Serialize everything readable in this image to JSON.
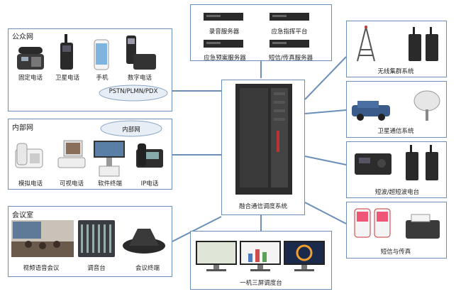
{
  "center": {
    "label": "融合通信调度系统"
  },
  "public_net": {
    "title": "公众网",
    "devices": [
      "固定电话",
      "卫星电话",
      "手机",
      "数字电话"
    ],
    "cloud": "PSTN/PLMN/PDX"
  },
  "internal_net": {
    "title": "内部网",
    "devices": [
      "模拟电话",
      "可视电话",
      "软件终端",
      "IP电话"
    ],
    "cloud": "内部网"
  },
  "meeting_room": {
    "title": "会议室",
    "devices": [
      "视频语音会议",
      "调音台",
      "会议终端"
    ]
  },
  "servers": {
    "items": [
      "录音服务器",
      "应急指挥平台",
      "应急预案服务器",
      "短信/传真服务器"
    ]
  },
  "dispatch_console": {
    "label": "一机三屏调度台"
  },
  "right_systems": [
    "无线集群系统",
    "卫星通信系统",
    "短波/超短波电台",
    "短信与传真"
  ],
  "colors": {
    "line": "#6b8fb8",
    "border": "#6b8fb8"
  }
}
